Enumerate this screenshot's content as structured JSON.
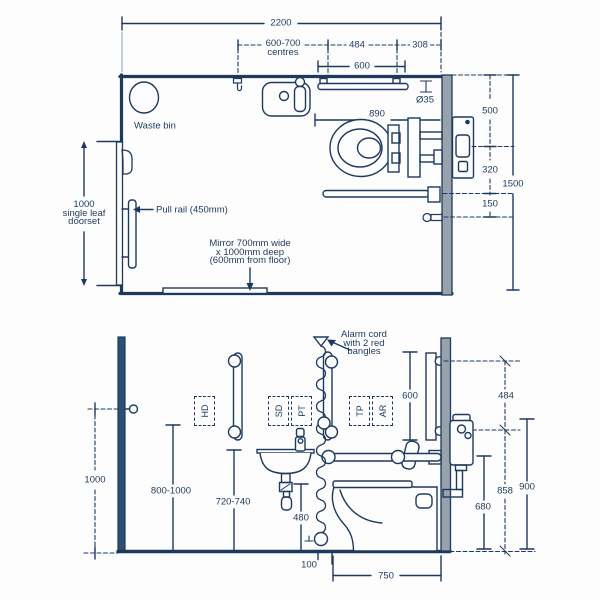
{
  "plan": {
    "dims": {
      "overall_width": "2200",
      "centres_line1": "600-700",
      "centres_line2": "centres",
      "dim_484": "484",
      "dim_308": "308",
      "rail_length": "600",
      "rail_diameter": "Ø35",
      "wc_projection": "890",
      "dim_500": "500",
      "dim_320": "320",
      "dim_150": "150",
      "room_depth": "1500"
    },
    "labels": {
      "waste_bin": "Waste bin",
      "doorset_line1": "1000",
      "doorset_line2": "single leaf",
      "doorset_line3": "doorset",
      "pull_rail": "Pull rail (450mm)",
      "mirror_line1": "Mirror 700mm wide",
      "mirror_line2": "x 1000mm deep",
      "mirror_line3": "(600mm from floor)"
    }
  },
  "elevation": {
    "dims": {
      "door_handle_height": "1000",
      "rail_height_range": "800-1000",
      "basin_height_range": "720-740",
      "bangle_height": "480",
      "cord_offset": "100",
      "rail_length": "600",
      "fixing_centres": "484",
      "dim_680": "680",
      "dim_858": "858",
      "dim_900": "900",
      "wc_depth": "750"
    },
    "labels": {
      "alarm_line1": "Alarm cord",
      "alarm_line2": "with 2 red",
      "alarm_line3": "bangles"
    },
    "boxes": {
      "hd": "HD",
      "sd": "SD",
      "pt": "PT",
      "tp": "TP",
      "ar": "AR"
    }
  },
  "colors": {
    "line": "#1d3a5e",
    "wall_grey": "#98a2ad",
    "door_fill": "#2f4e70"
  }
}
